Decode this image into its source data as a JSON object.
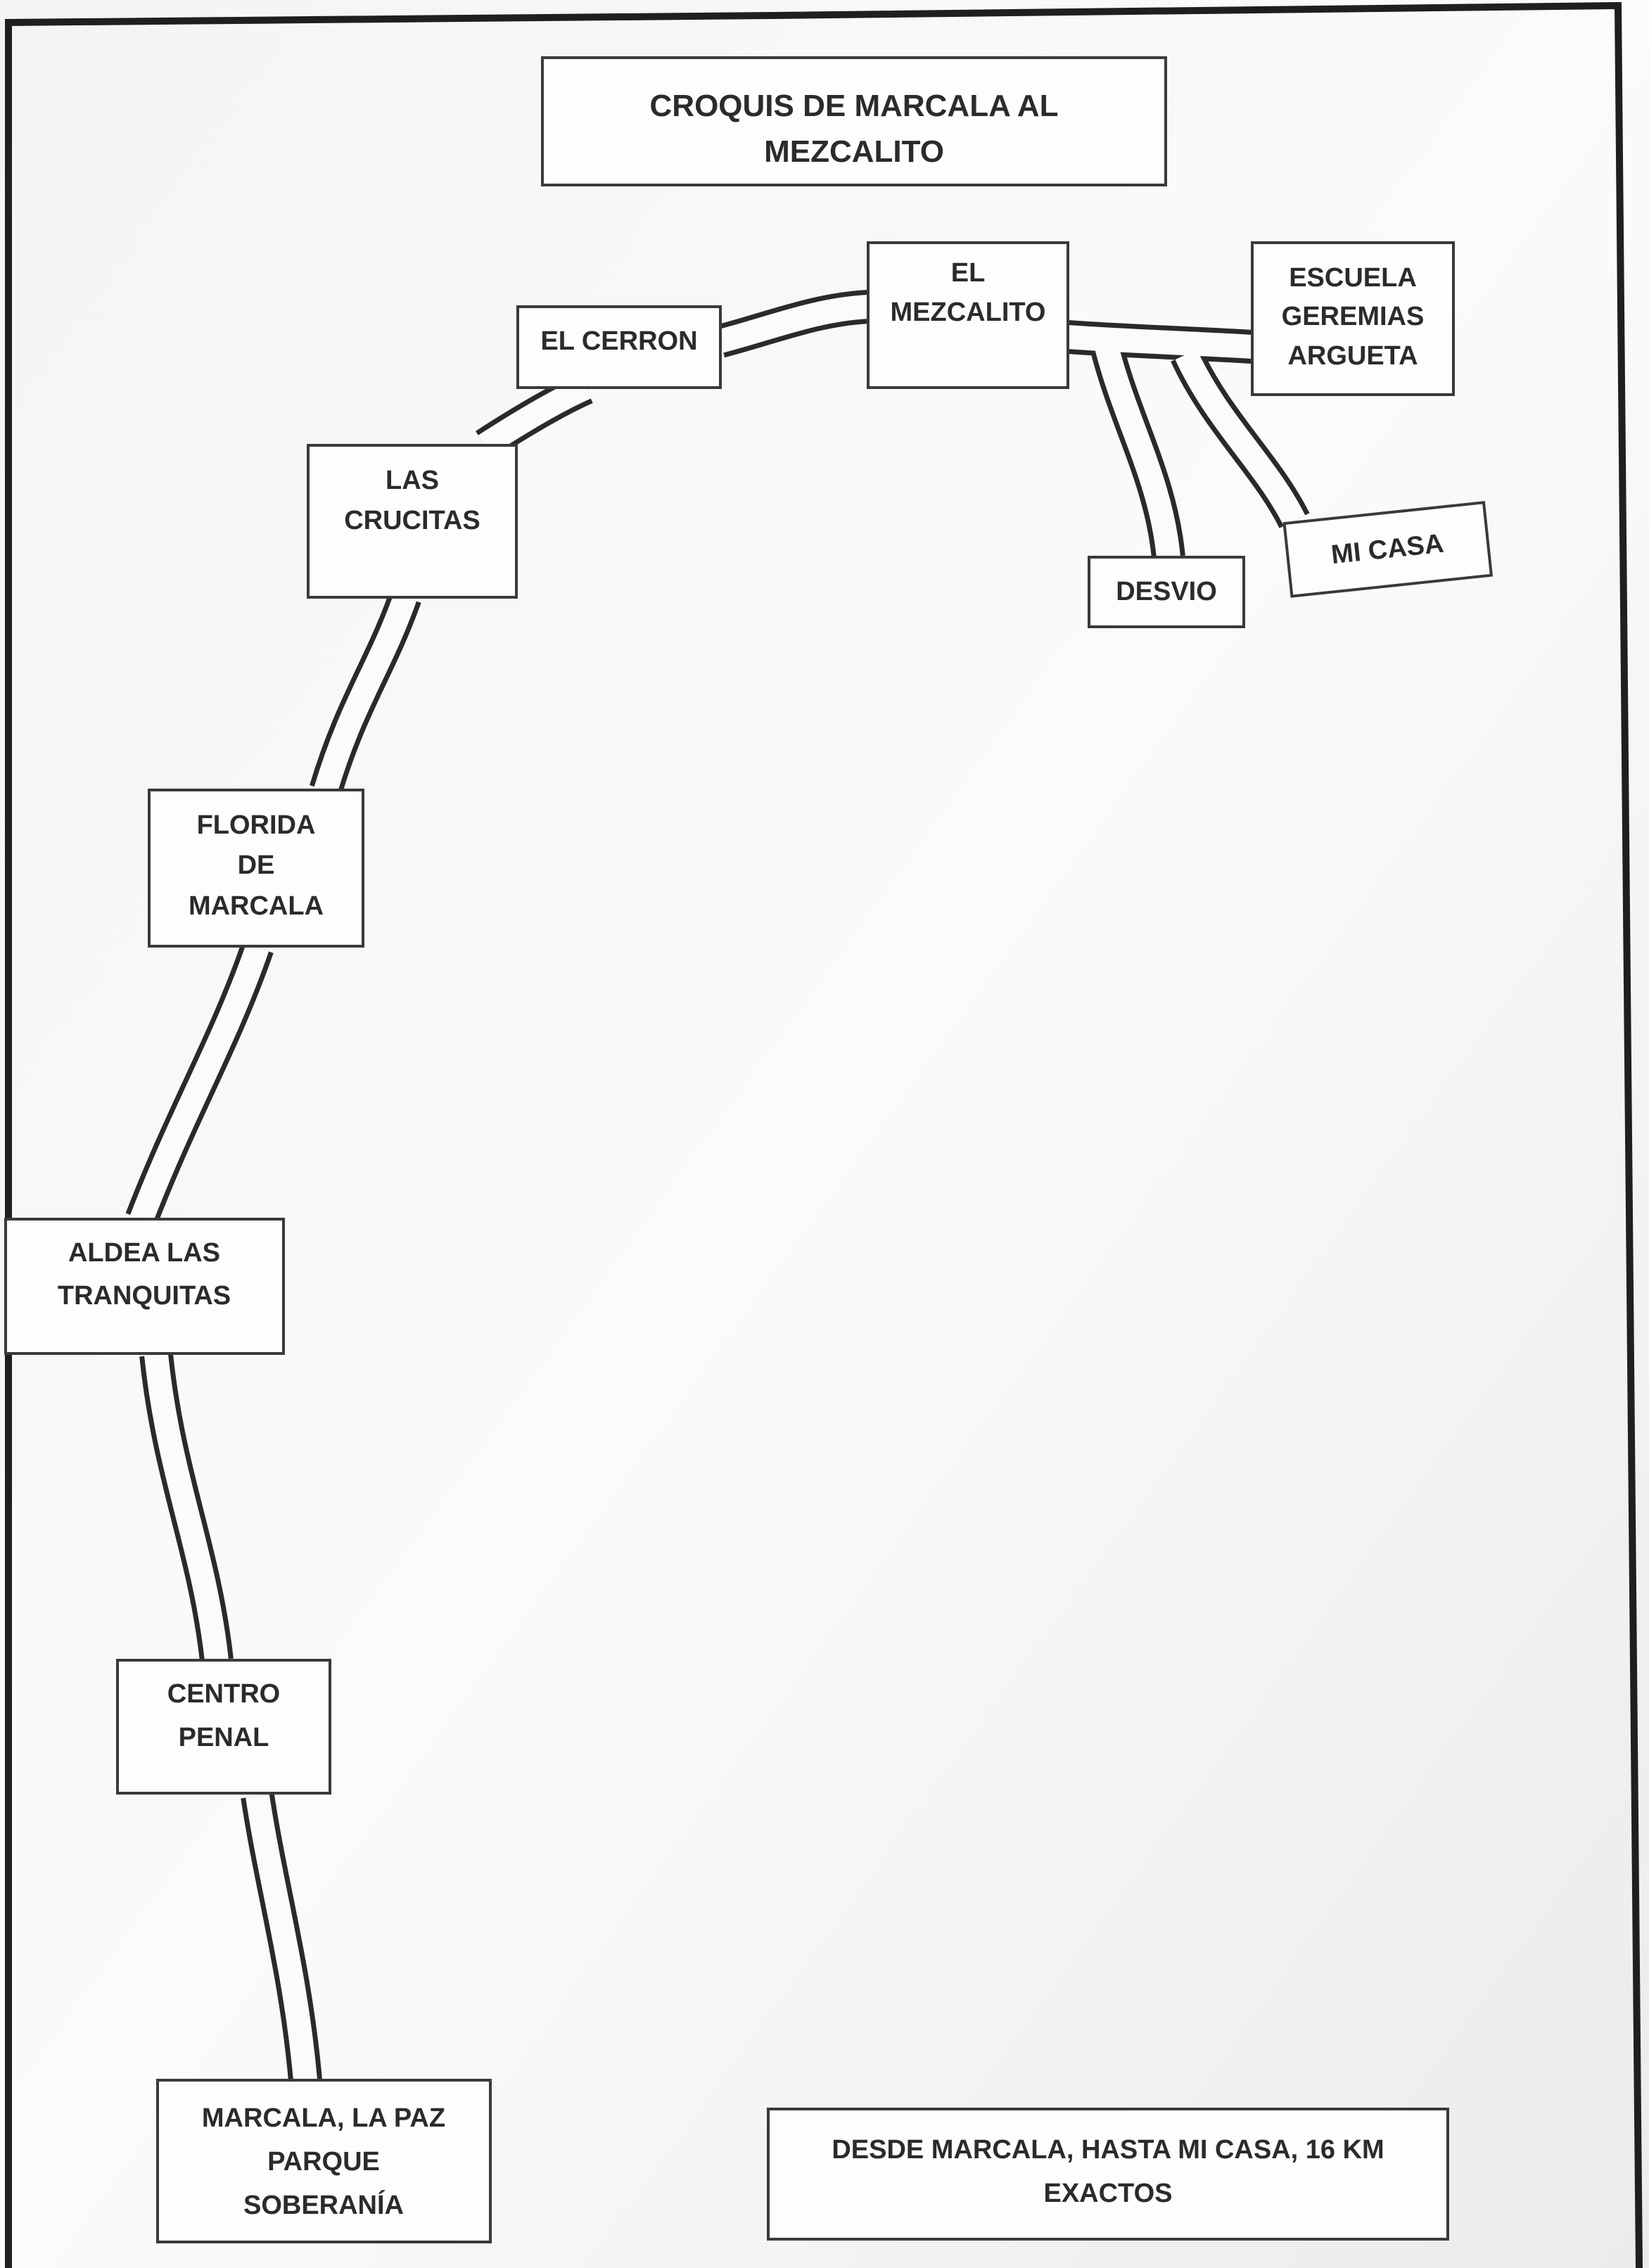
{
  "title": {
    "lines": [
      "CROQUIS DE MARCALA AL",
      "MEZCALITO"
    ]
  },
  "places": {
    "el_cerron": {
      "lines": [
        "EL CERRON"
      ]
    },
    "el_mezcalito": {
      "lines": [
        "EL",
        "MEZCALITO"
      ]
    },
    "escuela": {
      "lines": [
        "ESCUELA",
        "GEREMIAS",
        "ARGUETA"
      ]
    },
    "las_crucitas": {
      "lines": [
        "LAS",
        "CRUCITAS"
      ]
    },
    "desvio": {
      "lines": [
        "DESVIO"
      ]
    },
    "mi_casa": {
      "lines": [
        "MI CASA"
      ]
    },
    "florida": {
      "lines": [
        "FLORIDA",
        "DE",
        "MARCALA"
      ]
    },
    "aldea": {
      "lines": [
        "ALDEA LAS",
        "TRANQUITAS"
      ]
    },
    "centro_penal": {
      "lines": [
        "CENTRO",
        "PENAL"
      ]
    },
    "marcala": {
      "lines": [
        "MARCALA, LA PAZ",
        "PARQUE",
        "SOBERANÍA"
      ]
    }
  },
  "note": {
    "lines": [
      "DESDE MARCALA, HASTA MI CASA, 16 KM",
      "EXACTOS"
    ]
  }
}
